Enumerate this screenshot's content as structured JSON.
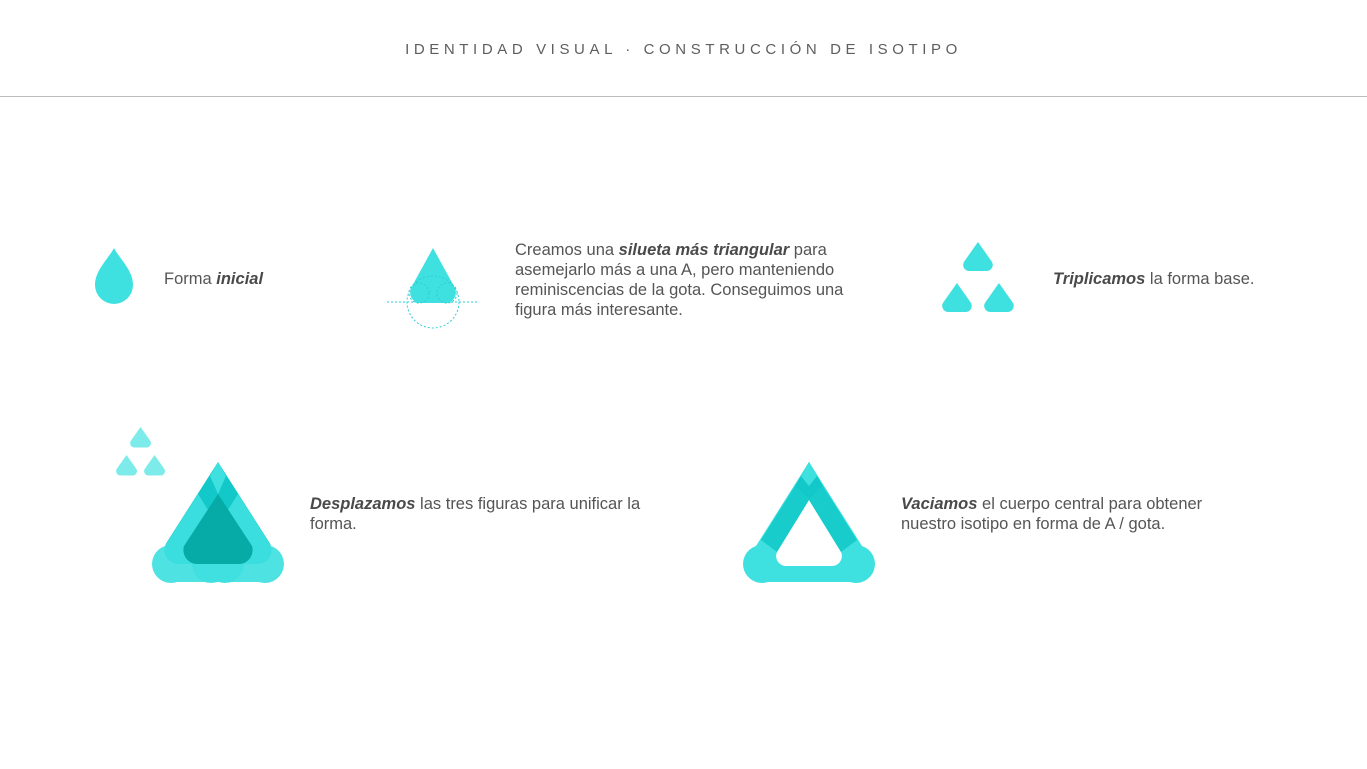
{
  "header": {
    "title": "IDENTIDAD VISUAL · CONSTRUCCIÓN DE ISOTIPO"
  },
  "colors": {
    "drop_light": "#3fe0e0",
    "drop_mid": "#12c8c8",
    "drop_dark": "#06aaa6",
    "drop_pale": "#7eebeb",
    "guide": "#2ecfd6"
  },
  "steps": [
    {
      "figure": "single-drop-icon",
      "caption_pre": "Forma ",
      "caption_bold": "inicial",
      "caption_post": ""
    },
    {
      "figure": "triangular-drop-construction-icon",
      "caption_pre": "Creamos una ",
      "caption_bold": "silueta más triangular",
      "caption_post": " para asemejarlo más a una A, pero manteniendo reminiscencias de la gota. Conseguimos una figura más interesante."
    },
    {
      "figure": "three-drops-icon",
      "caption_pre": "",
      "caption_bold": "Triplicamos",
      "caption_post": " la forma base."
    },
    {
      "figure": "overlapped-drops-icon",
      "caption_pre": "",
      "caption_bold": "Desplazamos",
      "caption_post": " las tres figuras para unificar la forma."
    },
    {
      "figure": "hollow-a-drop-isotype-icon",
      "caption_pre": "",
      "caption_bold": "Vaciamos",
      "caption_post": " el cuerpo central para obtener nuestro isotipo en forma de A / gota."
    }
  ]
}
